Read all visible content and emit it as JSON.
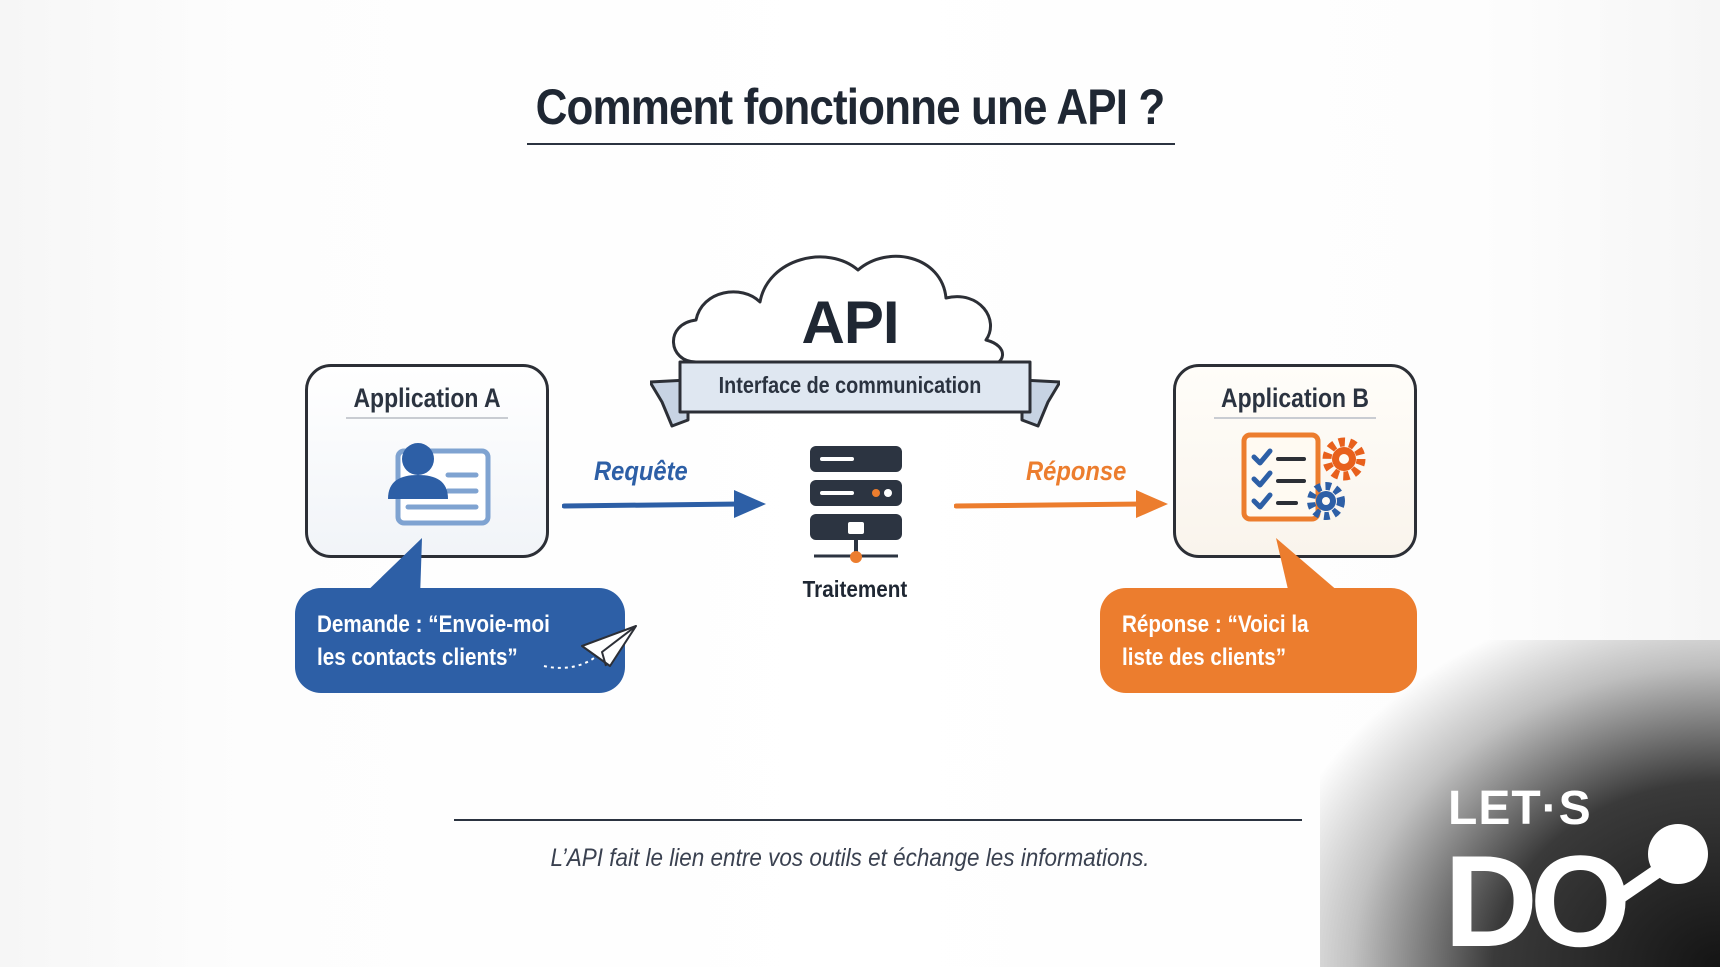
{
  "title": "Comment fonctionne une API ?",
  "api": {
    "title": "API",
    "banner": "Interface de communication"
  },
  "app_a": {
    "title": "Application A",
    "request_line1": "Demande : “Envoie-moi",
    "request_line2": "les contacts clients”"
  },
  "app_b": {
    "title": "Application B",
    "response_line1": "Réponse : “Voici la",
    "response_line2": "liste des clients”"
  },
  "arrows": {
    "request_label": "Requête",
    "response_label": "Réponse"
  },
  "server_label": "Traitement",
  "caption": "L’API fait le lien entre vos outils et échange les informations.",
  "logo": {
    "text_top": "LET·S",
    "text_main": "DO"
  },
  "colors": {
    "request_blue": "#2d5fa6",
    "response_orange": "#ec7d2e",
    "dark_text": "#1f2733"
  }
}
